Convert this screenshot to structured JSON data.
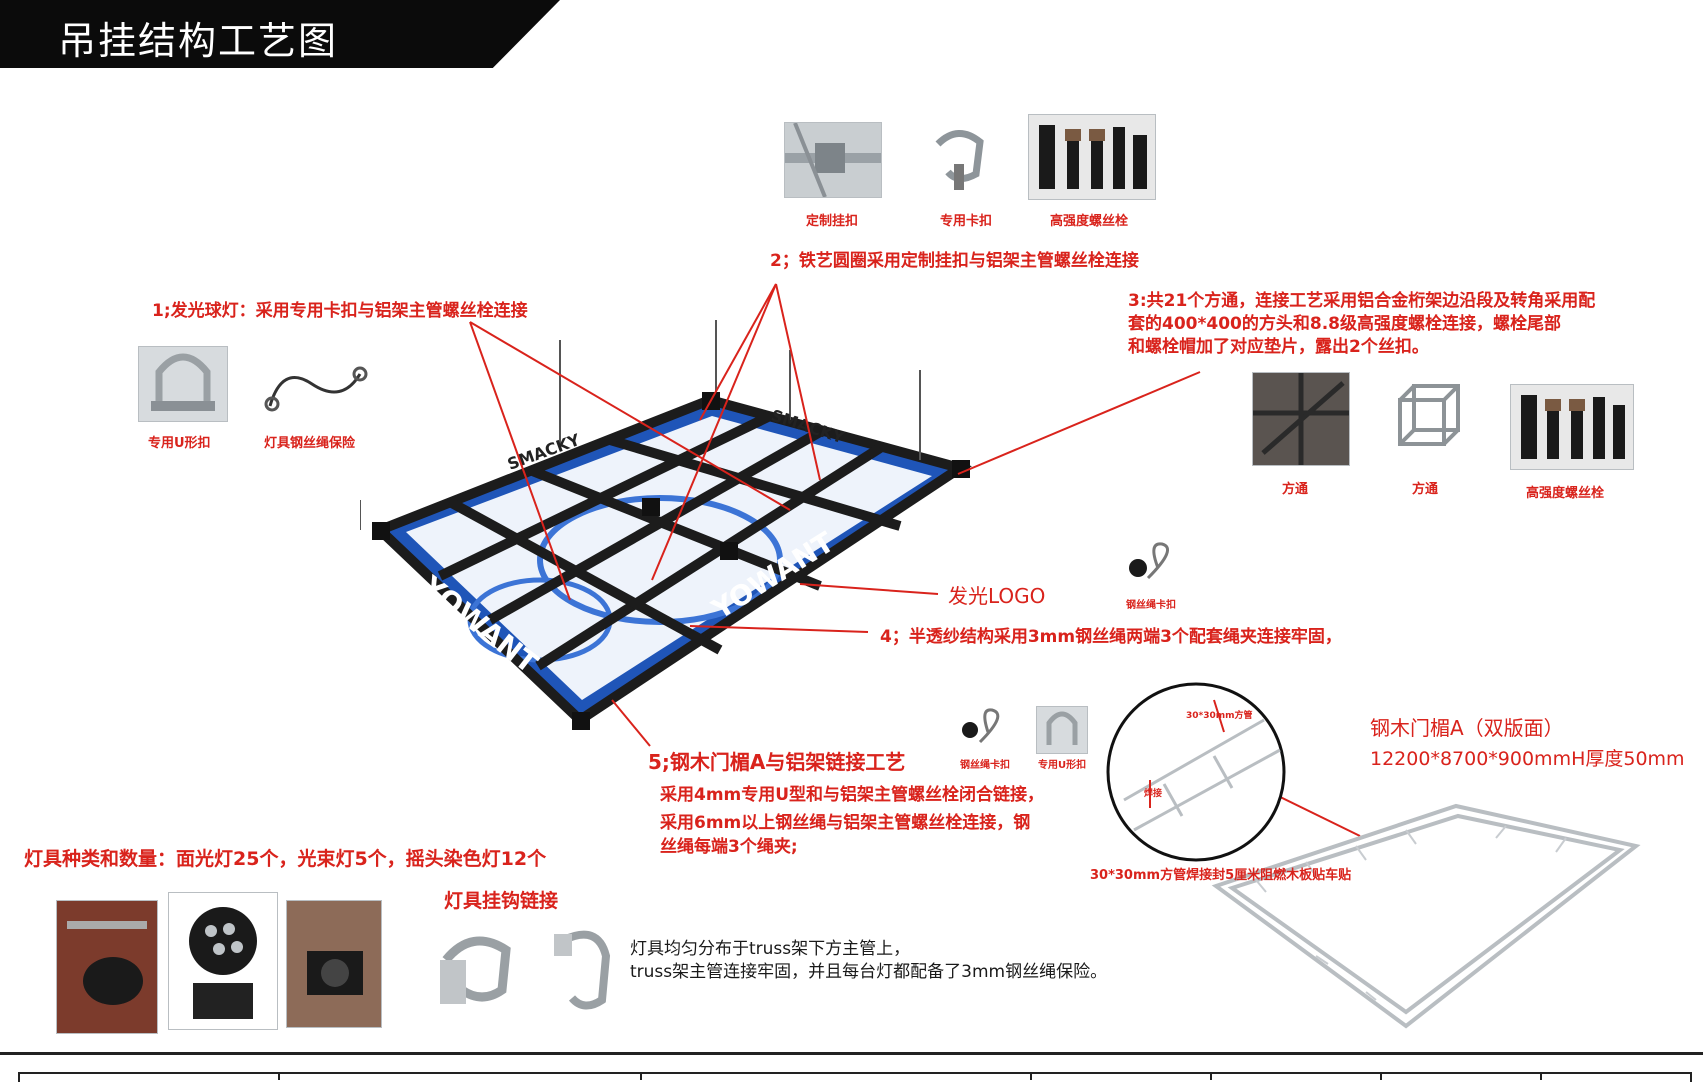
{
  "header": {
    "title": "吊挂结构工艺图"
  },
  "notes": {
    "n1": "1;发光球灯：采用专用卡扣与铝架主管螺丝栓连接",
    "n2": "2；铁艺圆圈采用定制挂扣与铝架主管螺丝栓连接",
    "n3": [
      "3:共21个方通，连接工艺采用铝合金桁架边沿段及转角采用配",
      "套的400*400的方头和8.8级高强度螺栓连接，螺栓尾部",
      "和螺栓帽加了对应垫片，露出2个丝扣。"
    ],
    "n4": "4；半透纱结构采用3mm钢丝绳两端3个配套绳夹连接牢固，",
    "n5_title": "5;钢木门楣A与铝架链接工艺",
    "n5": [
      "采用4mm专用U型和与铝架主管螺丝栓闭合链接，",
      "采用6mm以上钢丝绳与铝架主管螺丝栓连接，钢",
      "丝绳每端3个绳夹;"
    ],
    "lamps": "灯具种类和数量：面光灯25个，光束灯5个，摇头染色灯12个",
    "hook_title": "灯具挂钩链接",
    "hook_note": [
      "灯具均匀分布于truss架下方主管上，",
      "truss架主管连接牢固，并且每台灯都配备了3mm钢丝绳保险。"
    ],
    "logo_label": "发光LOGO"
  },
  "captions": {
    "custom_hook": "定制挂扣",
    "special_clamp": "专用卡扣",
    "bolt1": "高强度螺丝栓",
    "u_clip": "专用U形扣",
    "wire_safety": "灯具钢丝绳保险",
    "square1": "方通",
    "square2": "方通",
    "bolt2": "高强度螺丝栓",
    "rope_clip": "钢丝绳卡扣",
    "rope_clip2": "钢丝绳卡扣",
    "u_clip2": "专用U形扣"
  },
  "door": {
    "title": "钢木门楣A（双版面）",
    "size": "12200*8700*900mmH厚度50mm",
    "detail_tube": "30*30mm方管",
    "detail_weld": "焊接",
    "detail_note": "30*30mm方管焊接封5厘米阻燃木板贴车贴"
  },
  "truss": {
    "brand": "YOWANT",
    "brand_small": "SMACKY"
  },
  "colors": {
    "red": "#d9231c",
    "blue": "#1f55b8",
    "truss": "#1c1c1c"
  }
}
